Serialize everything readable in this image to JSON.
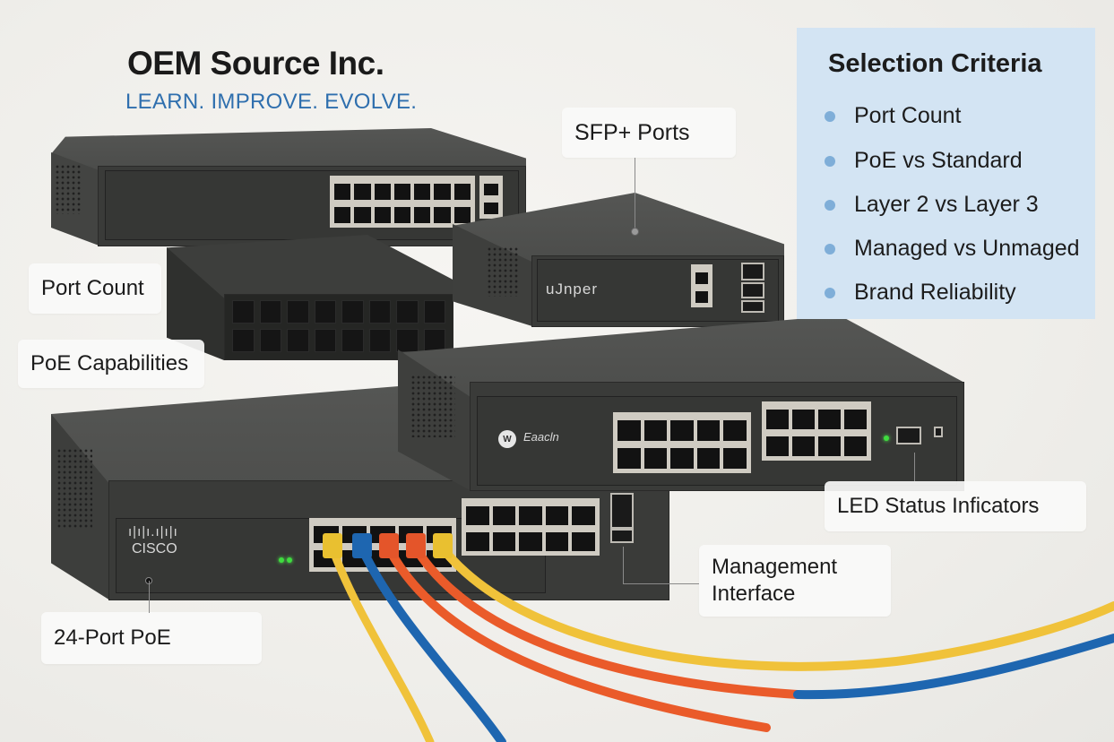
{
  "brand": {
    "title": "OEM Source Inc.",
    "tagline": "LEARN. IMPROVE. EVOLVE."
  },
  "criteria": {
    "title": "Selection Criteria",
    "items": [
      "Port Count",
      "PoE vs Standard",
      "Layer 2 vs Layer 3",
      "Managed vs Unmaged",
      "Brand Reliability"
    ]
  },
  "callouts": {
    "sfp_ports": "SFP+ Ports",
    "port_count": "Port Count",
    "poe_capabilities": "PoE Capabilities",
    "led_status": "LED Status Inficators",
    "management_line1": "Management",
    "management_line2": "Interface",
    "port_poe_24": "24-Port PoE"
  },
  "switches": {
    "cisco_logo": "CISCO",
    "juniper_logo": "uJnper",
    "third_logo": "Eaacln"
  },
  "colors": {
    "tagline": "#2f6fae",
    "panel": "#d3e4f3",
    "bullet": "#7faed8",
    "cable_yellow": "#f0c23a",
    "cable_blue": "#1e66b0",
    "cable_orange": "#ea5b2a",
    "led_green": "#3fdc3f"
  }
}
